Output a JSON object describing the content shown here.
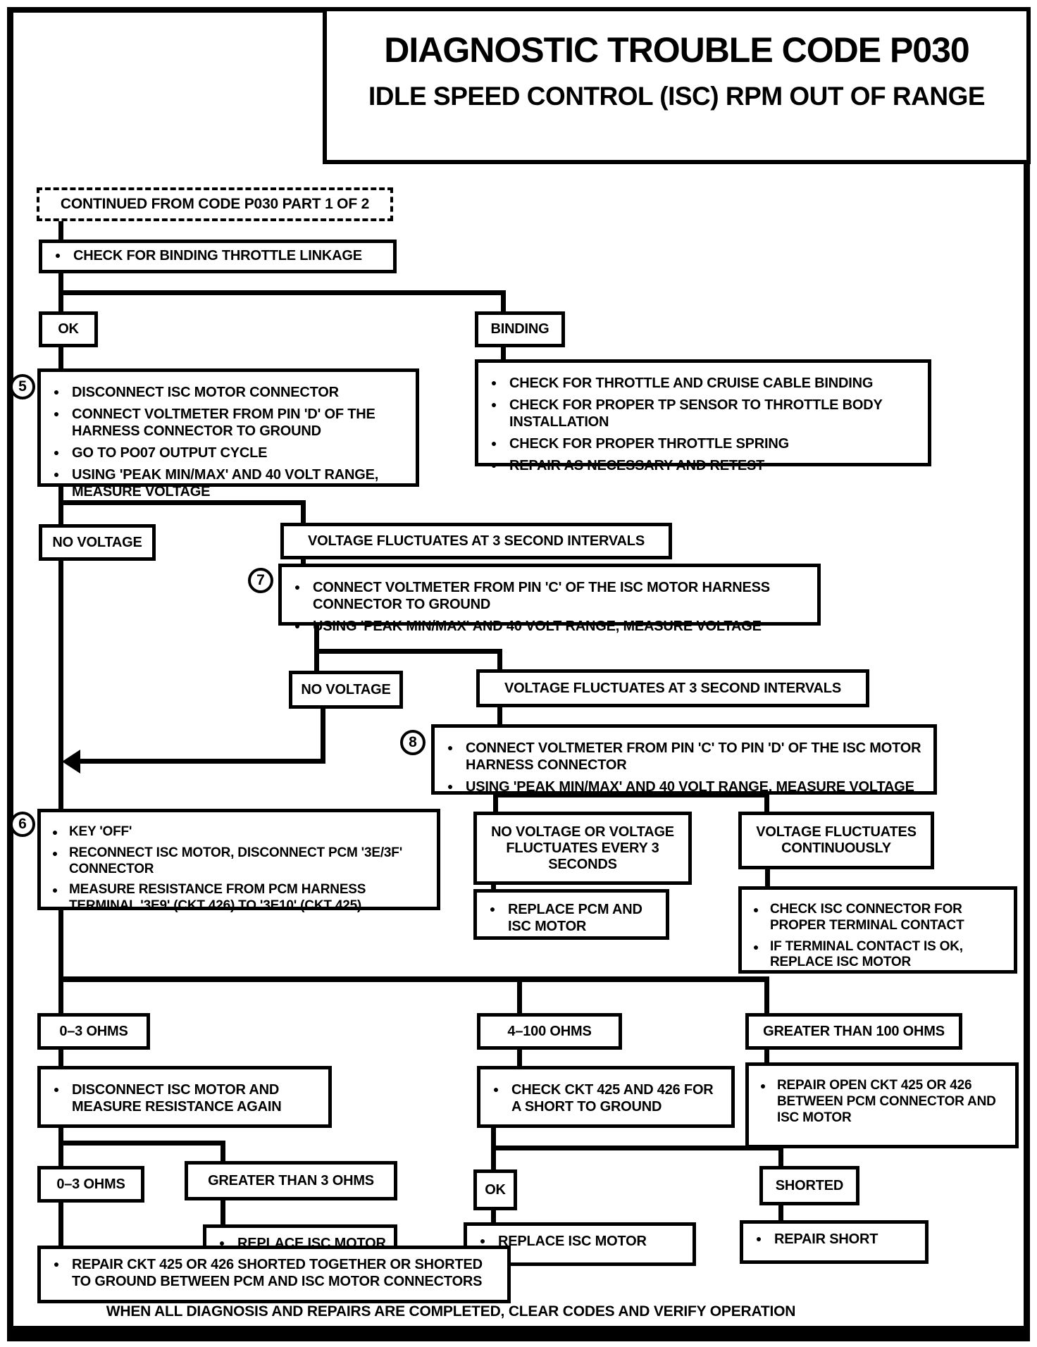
{
  "colors": {
    "ink": "#000000",
    "paper": "#ffffff"
  },
  "title": {
    "line1": "DIAGNOSTIC TROUBLE CODE P030",
    "line2": "IDLE SPEED CONTROL (ISC) RPM OUT OF RANGE"
  },
  "footer": "WHEN ALL DIAGNOSIS AND REPAIRS ARE COMPLETED, CLEAR CODES AND VERIFY OPERATION",
  "nodes": {
    "continued": "CONTINUED FROM CODE P030 PART 1 OF 2",
    "check_binding": "CHECK FOR BINDING THROTTLE LINKAGE",
    "ok1": "OK",
    "binding": "BINDING",
    "step5": {
      "number": "5",
      "bullets": [
        "DISCONNECT ISC MOTOR CONNECTOR",
        "CONNECT VOLTMETER FROM PIN 'D' OF THE HARNESS CONNECTOR TO GROUND",
        "GO TO PO07 OUTPUT CYCLE",
        "USING 'PEAK MIN/MAX' AND 40 VOLT RANGE, MEASURE VOLTAGE"
      ]
    },
    "binding_actions": {
      "bullets": [
        "CHECK FOR THROTTLE AND CRUISE CABLE BINDING",
        "CHECK FOR PROPER TP SENSOR TO THROTTLE BODY INSTALLATION",
        "CHECK FOR PROPER THROTTLE SPRING",
        "REPAIR AS NECESSARY AND RETEST"
      ]
    },
    "no_voltage1": "NO VOLTAGE",
    "fluct1": "VOLTAGE FLUCTUATES AT 3 SECOND INTERVALS",
    "step7": {
      "number": "7",
      "bullets": [
        "CONNECT VOLTMETER FROM PIN 'C' OF THE ISC MOTOR HARNESS CONNECTOR TO GROUND",
        "USING 'PEAK MIN/MAX' AND 40 VOLT RANGE, MEASURE VOLTAGE"
      ]
    },
    "no_voltage2": "NO VOLTAGE",
    "fluct2": "VOLTAGE FLUCTUATES AT 3 SECOND INTERVALS",
    "step8": {
      "number": "8",
      "bullets": [
        "CONNECT VOLTMETER FROM PIN 'C' TO PIN 'D' OF THE ISC MOTOR HARNESS CONNECTOR",
        "USING 'PEAK MIN/MAX' AND 40 VOLT RANGE, MEASURE VOLTAGE"
      ]
    },
    "step6": {
      "number": "6",
      "bullets": [
        "KEY 'OFF'",
        "RECONNECT ISC MOTOR, DISCONNECT PCM '3E/3F' CONNECTOR",
        "MEASURE RESISTANCE FROM PCM HARNESS TERMINAL '3E9' (CKT 426) TO '3E10' (CKT 425)"
      ]
    },
    "no_volt_or_3s": "NO VOLTAGE OR VOLTAGE FLUCTUATES EVERY 3 SECONDS",
    "fluct_cont": "VOLTAGE FLUCTUATES CONTINUOUSLY",
    "replace_pcm": {
      "bullets": [
        "REPLACE PCM AND ISC MOTOR"
      ]
    },
    "check_isc_conn": {
      "bullets": [
        "CHECK ISC CONNECTOR FOR PROPER TERMINAL CONTACT",
        "IF TERMINAL CONTACT IS OK, REPLACE ISC MOTOR"
      ]
    },
    "ohms_0_3": "0–3 OHMS",
    "ohms_4_100": "4–100 OHMS",
    "ohms_gt100": "GREATER THAN 100 OHMS",
    "disconnect_measure": {
      "bullets": [
        "DISCONNECT ISC MOTOR AND MEASURE RESISTANCE AGAIN"
      ]
    },
    "check_ckt": {
      "bullets": [
        "CHECK CKT 425 AND 426 FOR A SHORT TO GROUND"
      ]
    },
    "repair_open": {
      "bullets": [
        "REPAIR OPEN CKT 425 OR 426 BETWEEN PCM CONNECTOR AND ISC MOTOR"
      ]
    },
    "ohms_0_3_b": "0–3 OHMS",
    "ohms_gt3": "GREATER THAN 3 OHMS",
    "ok2": "OK",
    "shorted": "SHORTED",
    "replace_isc_1": {
      "bullets": [
        "REPLACE ISC MOTOR"
      ]
    },
    "replace_isc_2": {
      "bullets": [
        "REPLACE ISC MOTOR"
      ]
    },
    "repair_short": {
      "bullets": [
        "REPAIR SHORT"
      ]
    },
    "repair_ckt": {
      "bullets": [
        "REPAIR CKT 425 OR 426 SHORTED TOGETHER OR SHORTED TO GROUND BETWEEN PCM AND ISC MOTOR CONNECTORS"
      ]
    }
  }
}
